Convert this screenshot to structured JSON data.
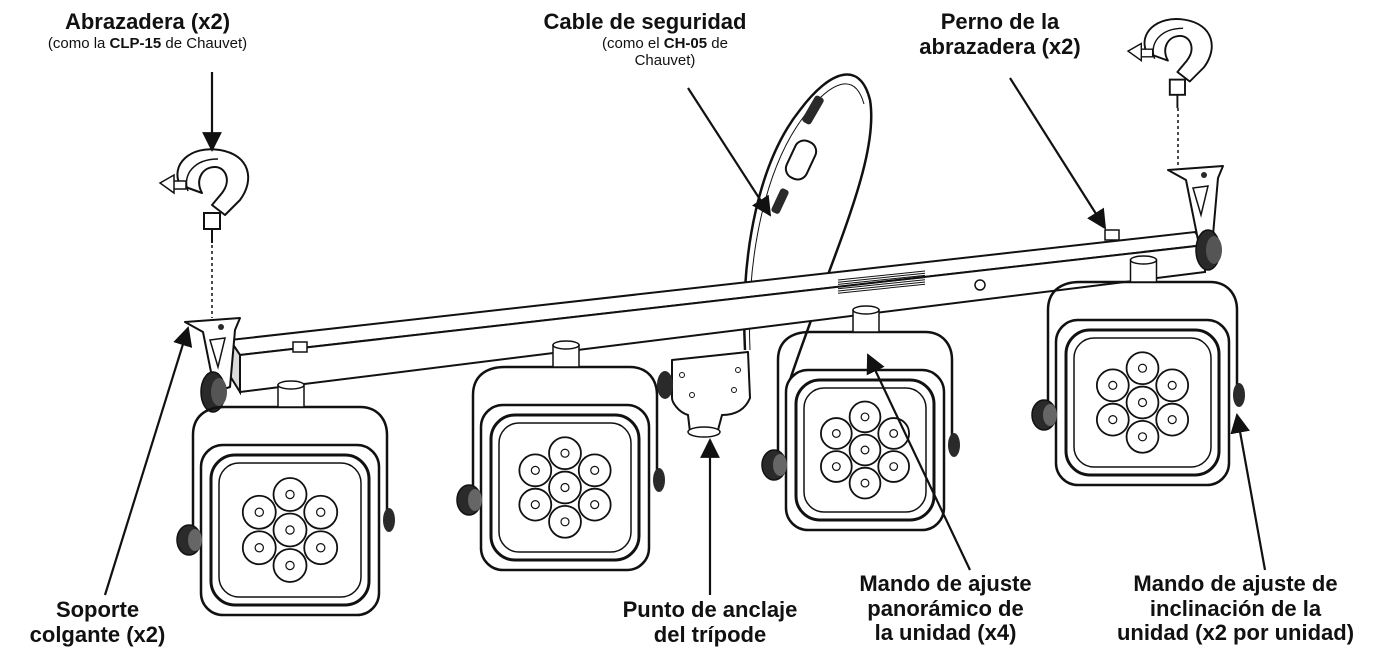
{
  "labels": {
    "clamp": {
      "title": "Abrazadera (x2)",
      "sub_pre": "(como la ",
      "sub_bold": "CLP-15",
      "sub_post": " de Chauvet)"
    },
    "safety_cable": {
      "title": "Cable de seguridad",
      "sub_pre": "(como el ",
      "sub_bold": "CH-05",
      "sub_post": " de",
      "sub_line2": "Chauvet)"
    },
    "clamp_bolt": {
      "line1": "Perno de la",
      "line2": "abrazadera (x2)"
    },
    "hanging_bracket": {
      "line1": "Soporte",
      "line2": "colgante (x2)"
    },
    "tripod_point": {
      "line1": "Punto de anclaje",
      "line2": "del trípode"
    },
    "pan_knob": {
      "line1": "Mando de ajuste",
      "line2": "panorámico de",
      "line3": "la unidad (x4)"
    },
    "tilt_knob": {
      "line1": "Mando de ajuste de",
      "line2": "inclinación de la",
      "line3": "unidad (x2 por unidad)"
    }
  },
  "colors": {
    "line": "#111111",
    "fill": "#ffffff",
    "shade": "#dcdcdc",
    "dark": "#2a2a2a"
  },
  "fixture_count": 4,
  "leds_per_fixture": 7
}
